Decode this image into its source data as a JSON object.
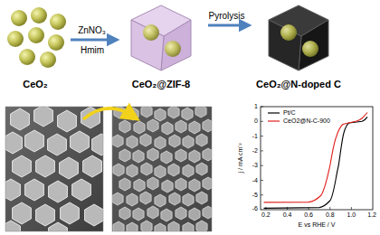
{
  "diagram": {
    "nodes": [
      {
        "text": [
          "CeO₂"
        ]
      },
      {
        "text": [
          "CeO₂@ZIF-8"
        ]
      },
      {
        "text": [
          "CeO₂@N-doped C"
        ]
      }
    ],
    "edges": [
      {
        "from": 0,
        "to": 1,
        "arrow": "to",
        "label": "ZnNO₃"
      },
      {
        "from": 1,
        "to": 2,
        "arrow": "to",
        "label": "Pyrolysis"
      }
    ],
    "labels": [
      "Hmim",
      "1",
      "0",
      "-1",
      "-2",
      "-3",
      "-4",
      "-5",
      "-6",
      "0.2",
      "0.4",
      "0.6",
      "0.8",
      "1.0",
      "1.2",
      "j / mA cm⁻²",
      "E vs RHE / V"
    ],
    "legend": [
      {
        "text": "Pt/C"
      },
      {
        "text": "CeO2@N-C-900"
      }
    ]
  }
}
